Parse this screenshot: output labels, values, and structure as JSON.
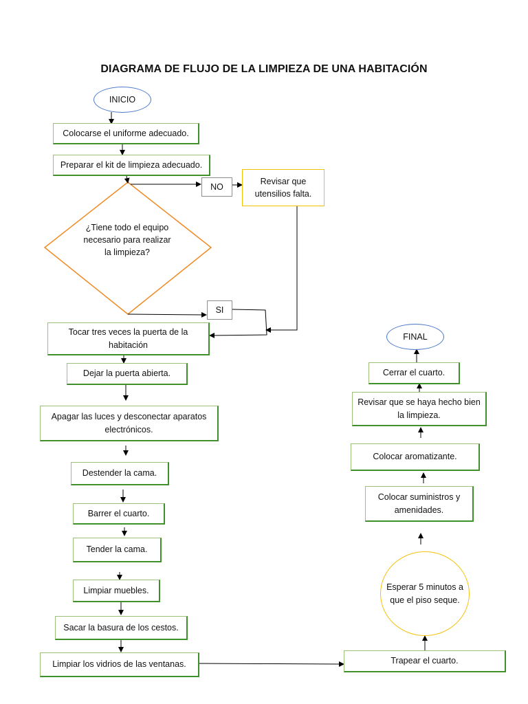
{
  "title": "DIAGRAMA DE FLUJO DE LA LIMPIEZA DE UNA HABITACIÓN",
  "nodes": {
    "inicio": "INICIO",
    "uniforme": "Colocarse el uniforme adecuado.",
    "kit": "Preparar el kit de limpieza adecuado.",
    "decision": "¿Tiene todo el equipo necesario para realizar la limpieza?",
    "no_label": "NO",
    "si_label": "SI",
    "revisar_utensilios": "Revisar que utensilios falta.",
    "tocar_puerta": "Tocar tres veces la puerta de la habitación",
    "dejar_puerta": "Dejar la puerta abierta.",
    "apagar_luces": "Apagar las luces y desconectar aparatos electrónicos.",
    "destender": "Destender la cama.",
    "barrer": "Barrer el cuarto.",
    "tender": "Tender la cama.",
    "muebles": "Limpiar muebles.",
    "basura": "Sacar la basura de los cestos.",
    "vidrios": "Limpiar los vidrios de las ventanas.",
    "trapear": "Trapear el cuarto.",
    "esperar": "Esperar 5 minutos a que el piso seque.",
    "suministros": "Colocar suministros y amenidades.",
    "aromatizante": "Colocar aromatizante.",
    "revisar_limpieza": "Revisar que se haya hecho bien la limpieza.",
    "cerrar": "Cerrar el cuarto.",
    "final": "FINAL"
  },
  "colors": {
    "process_border": "#3f8f2b",
    "terminal_border": "#4a78c8",
    "decision_border": "#f08a24",
    "alt_border": "#f2c100",
    "label_border": "#8c8c8c"
  }
}
